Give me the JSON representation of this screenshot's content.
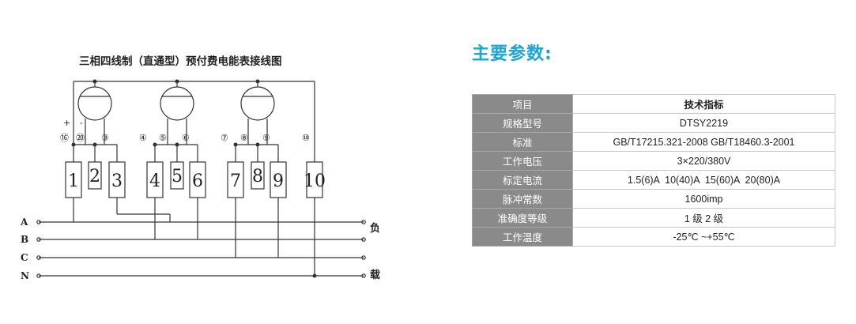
{
  "diagram": {
    "title": "三相四线制（直通型）预付费电能表接线图",
    "terminals": [
      "1",
      "2",
      "3",
      "4",
      "5",
      "6",
      "7",
      "8",
      "9",
      "10"
    ],
    "circled_labels": [
      "③",
      "④",
      "⑤",
      "⑥",
      "⑦",
      "⑧",
      "⑨",
      "⑩"
    ],
    "overlap_label_a": "⑯",
    "overlap_label_b": "⑳",
    "plus": "+",
    "minus": "-",
    "lines": [
      "A",
      "B",
      "C",
      "N"
    ],
    "load_top": "负",
    "load_bottom": "载"
  },
  "params": {
    "title": "主要参数:",
    "header": {
      "key": "项目",
      "value": "技术指标"
    },
    "rows": [
      {
        "key": "规格型号",
        "value": "DTSY2219"
      },
      {
        "key": "标准",
        "value": "GB/T17215.321-2008 GB/T18460.3-2001"
      },
      {
        "key": "工作电压",
        "value": "3×220/380V"
      },
      {
        "key": "标定电流",
        "value": "1.5(6)A  10(40)A  15(60)A  20(80)A"
      },
      {
        "key": "脉冲常数",
        "value": "1600imp"
      },
      {
        "key": "准确度等级",
        "value": "1 级 2 级"
      },
      {
        "key": "工作温度",
        "value": "-25℃ ~+55℃"
      }
    ]
  }
}
